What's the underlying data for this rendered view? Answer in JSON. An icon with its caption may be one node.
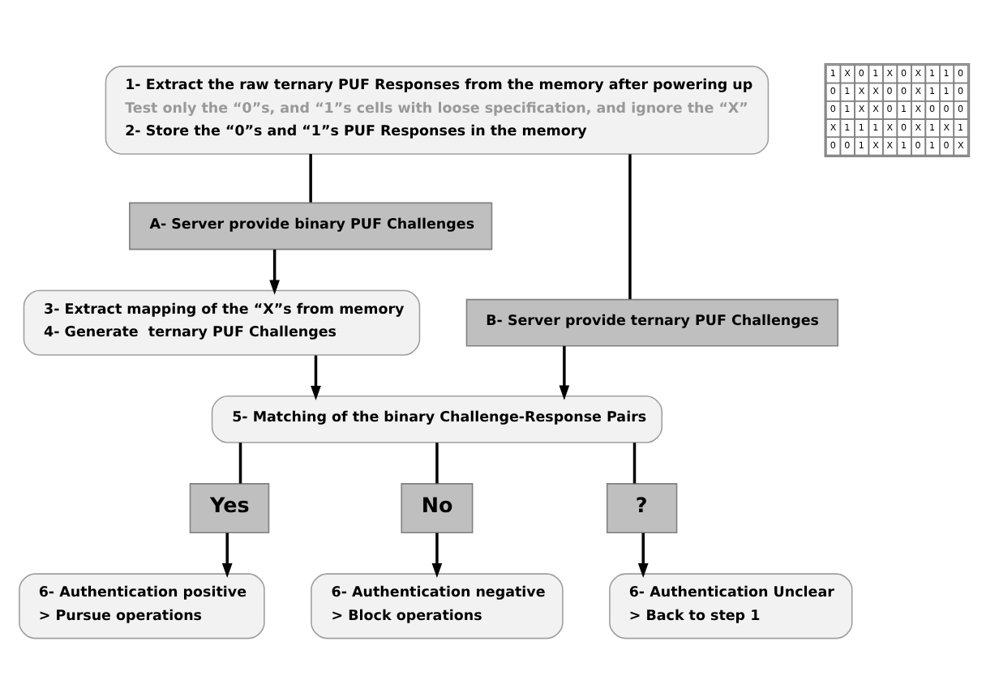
{
  "diagram": {
    "nodes": [
      {
        "text": [
          "1- Extract the raw ternary PUF Responses from the memory after powering up",
          "Test only the “0”s, and “1”s cells with loose specification, and ignore the “X”",
          "2- Store the “0”s and “1”s PUF Responses in the memory"
        ]
      },
      {
        "text": [
          "A- Server provide binary PUF Challenges"
        ]
      },
      {
        "text": [
          "B- Server provide ternary PUF Challenges"
        ]
      },
      {
        "text": [
          "3- Extract mapping of the “X”s from memory",
          "4- Generate  ternary PUF Challenges"
        ]
      },
      {
        "text": [
          "5- Matching of the binary Challenge-Response Pairs"
        ]
      },
      {
        "text": [
          "Yes"
        ]
      },
      {
        "text": [
          "No"
        ]
      },
      {
        "text": [
          "?"
        ]
      },
      {
        "text": [
          "6- Authentication positive",
          "> Pursue operations"
        ]
      },
      {
        "text": [
          "6- Authentication negative",
          "> Block operations"
        ]
      },
      {
        "text": [
          "6- Authentication Unclear",
          "> Back to step 1"
        ]
      }
    ],
    "edges": [
      {
        "from": 0,
        "to": 1,
        "arrow": "none"
      },
      {
        "from": 0,
        "to": 2,
        "arrow": "none"
      },
      {
        "from": 1,
        "to": 3,
        "arrow": "to"
      },
      {
        "from": 3,
        "to": 4,
        "arrow": "to"
      },
      {
        "from": 2,
        "to": 4,
        "arrow": "to"
      },
      {
        "from": 4,
        "to": 5,
        "arrow": "none"
      },
      {
        "from": 4,
        "to": 6,
        "arrow": "none"
      },
      {
        "from": 4,
        "to": 7,
        "arrow": "none"
      },
      {
        "from": 5,
        "to": 8,
        "arrow": "to"
      },
      {
        "from": 6,
        "to": 9,
        "arrow": "to"
      },
      {
        "from": 7,
        "to": 10,
        "arrow": "to"
      }
    ],
    "labels": [
      "1",
      "X",
      "0",
      "1",
      "X",
      "0",
      "X",
      "1",
      "1",
      "0",
      "0",
      "1",
      "X",
      "X",
      "0",
      "0",
      "X",
      "1",
      "1",
      "0",
      "0",
      "1",
      "X",
      "X",
      "0",
      "1",
      "X",
      "0",
      "0",
      "0",
      "X",
      "1",
      "1",
      "1",
      "X",
      "0",
      "X",
      "1",
      "X",
      "1",
      "0",
      "0",
      "1",
      "X",
      "X",
      "1",
      "0",
      "1",
      "0",
      "X"
    ]
  }
}
